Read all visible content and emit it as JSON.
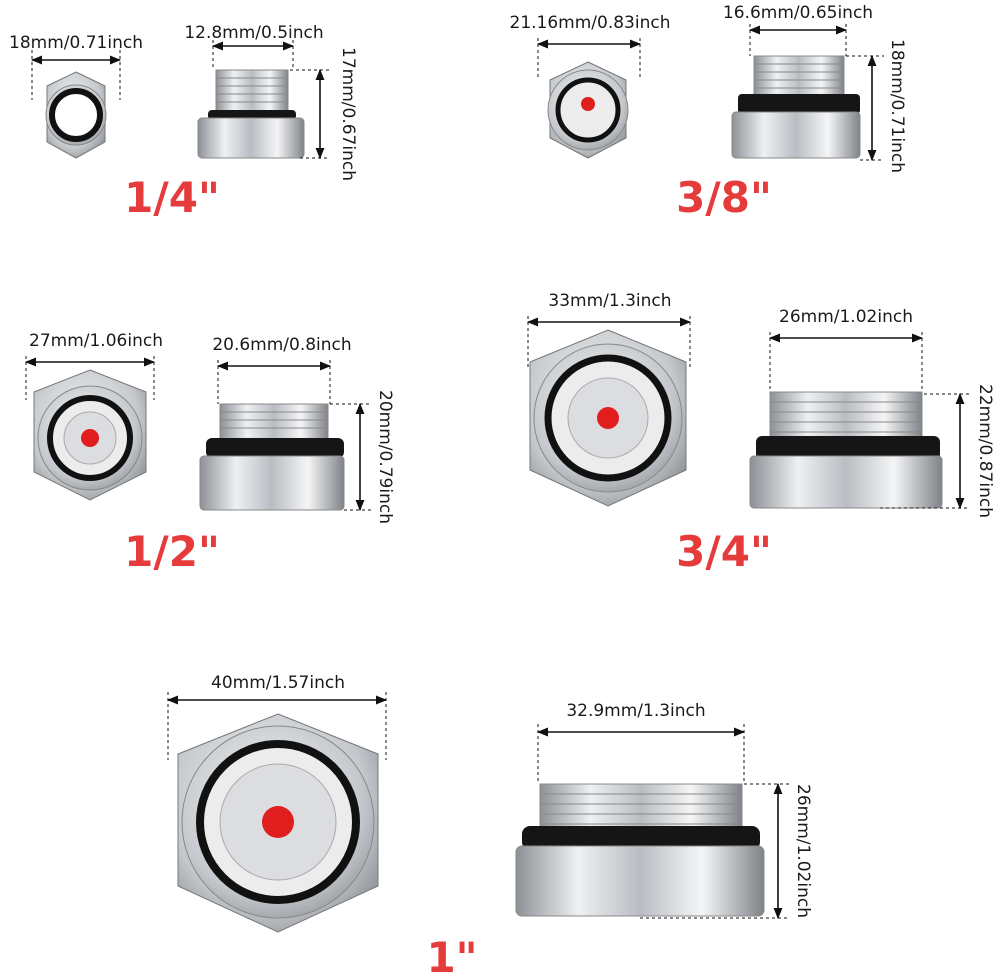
{
  "colors": {
    "accent": "#e63b3b",
    "metal": "#c9ccd0",
    "ring": "#111111",
    "indicator": "#e01e1e"
  },
  "fittings": [
    {
      "size": "1/4\"",
      "face_width": "18mm/0.71inch",
      "thread_width": "12.8mm/0.5inch",
      "height": "17mm/0.67inch"
    },
    {
      "size": "3/8\"",
      "face_width": "21.16mm/0.83inch",
      "thread_width": "16.6mm/0.65inch",
      "height": "18mm/0.71inch"
    },
    {
      "size": "1/2\"",
      "face_width": "27mm/1.06inch",
      "thread_width": "20.6mm/0.8inch",
      "height": "20mm/0.79inch"
    },
    {
      "size": "3/4\"",
      "face_width": "33mm/1.3inch",
      "thread_width": "26mm/1.02inch",
      "height": "22mm/0.87inch"
    },
    {
      "size": "1\"",
      "face_width": "40mm/1.57inch",
      "thread_width": "32.9mm/1.3inch",
      "height": "26mm/1.02inch"
    }
  ]
}
